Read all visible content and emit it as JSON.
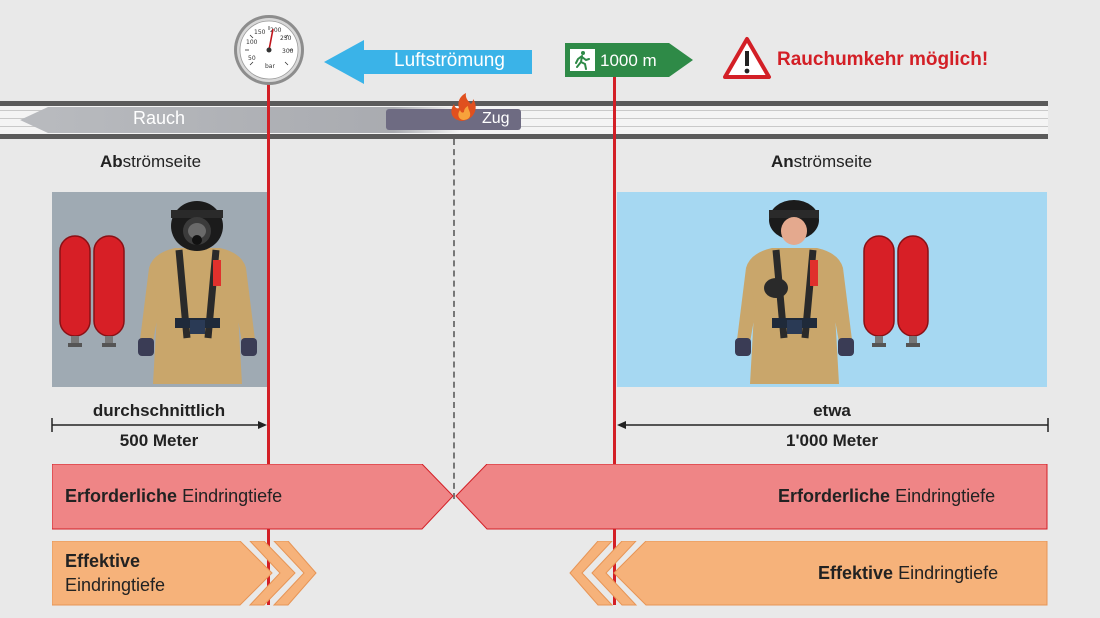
{
  "header": {
    "airflow_label": "Luftströmung",
    "exit_sign_label": "1000 m",
    "warning_label": "Rauchumkehr möglich!"
  },
  "gauge": {
    "unit": "bar",
    "tick_labels": [
      "50",
      "100",
      "150",
      "200",
      "250",
      "300"
    ]
  },
  "tunnel": {
    "smoke_label": "Rauch",
    "train_label": "Zug"
  },
  "sides": {
    "downstream_bold": "Ab",
    "downstream_rest": "strömseite",
    "upstream_bold": "An",
    "upstream_rest": "strömseite"
  },
  "distances": {
    "left_top": "durchschnittlich",
    "left_bottom": "500 Meter",
    "right_top": "etwa",
    "right_bottom": "1'000 Meter"
  },
  "bands": {
    "required_bold": "Erforderliche",
    "required_rest": "Eindringtiefe",
    "effective_bold": "Effektive",
    "effective_rest": "Eindringtiefe"
  },
  "colors": {
    "red": "#d31f26",
    "airflow_blue": "#3ab3e8",
    "exit_green": "#2e8a47",
    "required_band": "#ef8586",
    "effective_band": "#f6b27a"
  }
}
